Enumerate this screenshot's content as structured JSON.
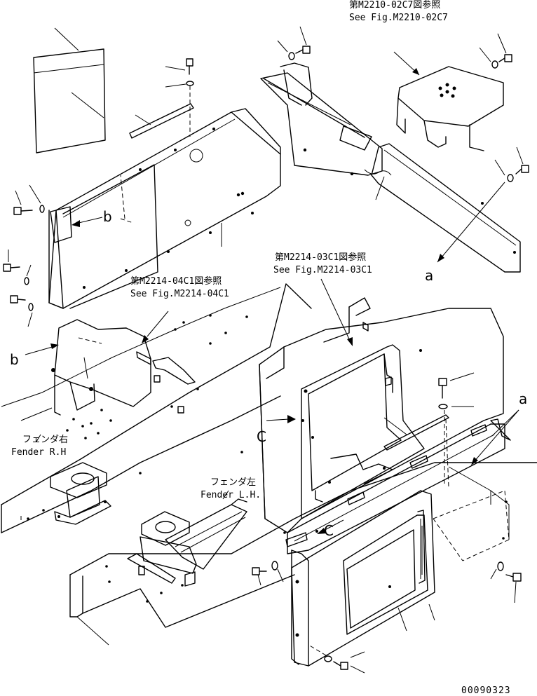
{
  "references": {
    "fig_c7": {
      "jp": "第M2210-02C7図参照",
      "en": "See Fig.M2210-02C7"
    },
    "fig_03c1": {
      "jp": "第M2214-03C1図参照",
      "en": "See Fig.M2214-03C1"
    },
    "fig_04c1": {
      "jp": "第M2214-04C1図参照",
      "en": "See Fig.M2214-04C1"
    }
  },
  "labels": {
    "fender_rh": {
      "jp": "フェンダ右",
      "en": "Fender R.H"
    },
    "fender_lh": {
      "jp": "フェンダ左",
      "en": "Fender L.H."
    }
  },
  "markers": {
    "a_upper": "a",
    "a_lower": "a",
    "b_upper": "b",
    "b_lower": "b",
    "c_left": "C",
    "c_lower": "C"
  },
  "document_number": "00090323"
}
